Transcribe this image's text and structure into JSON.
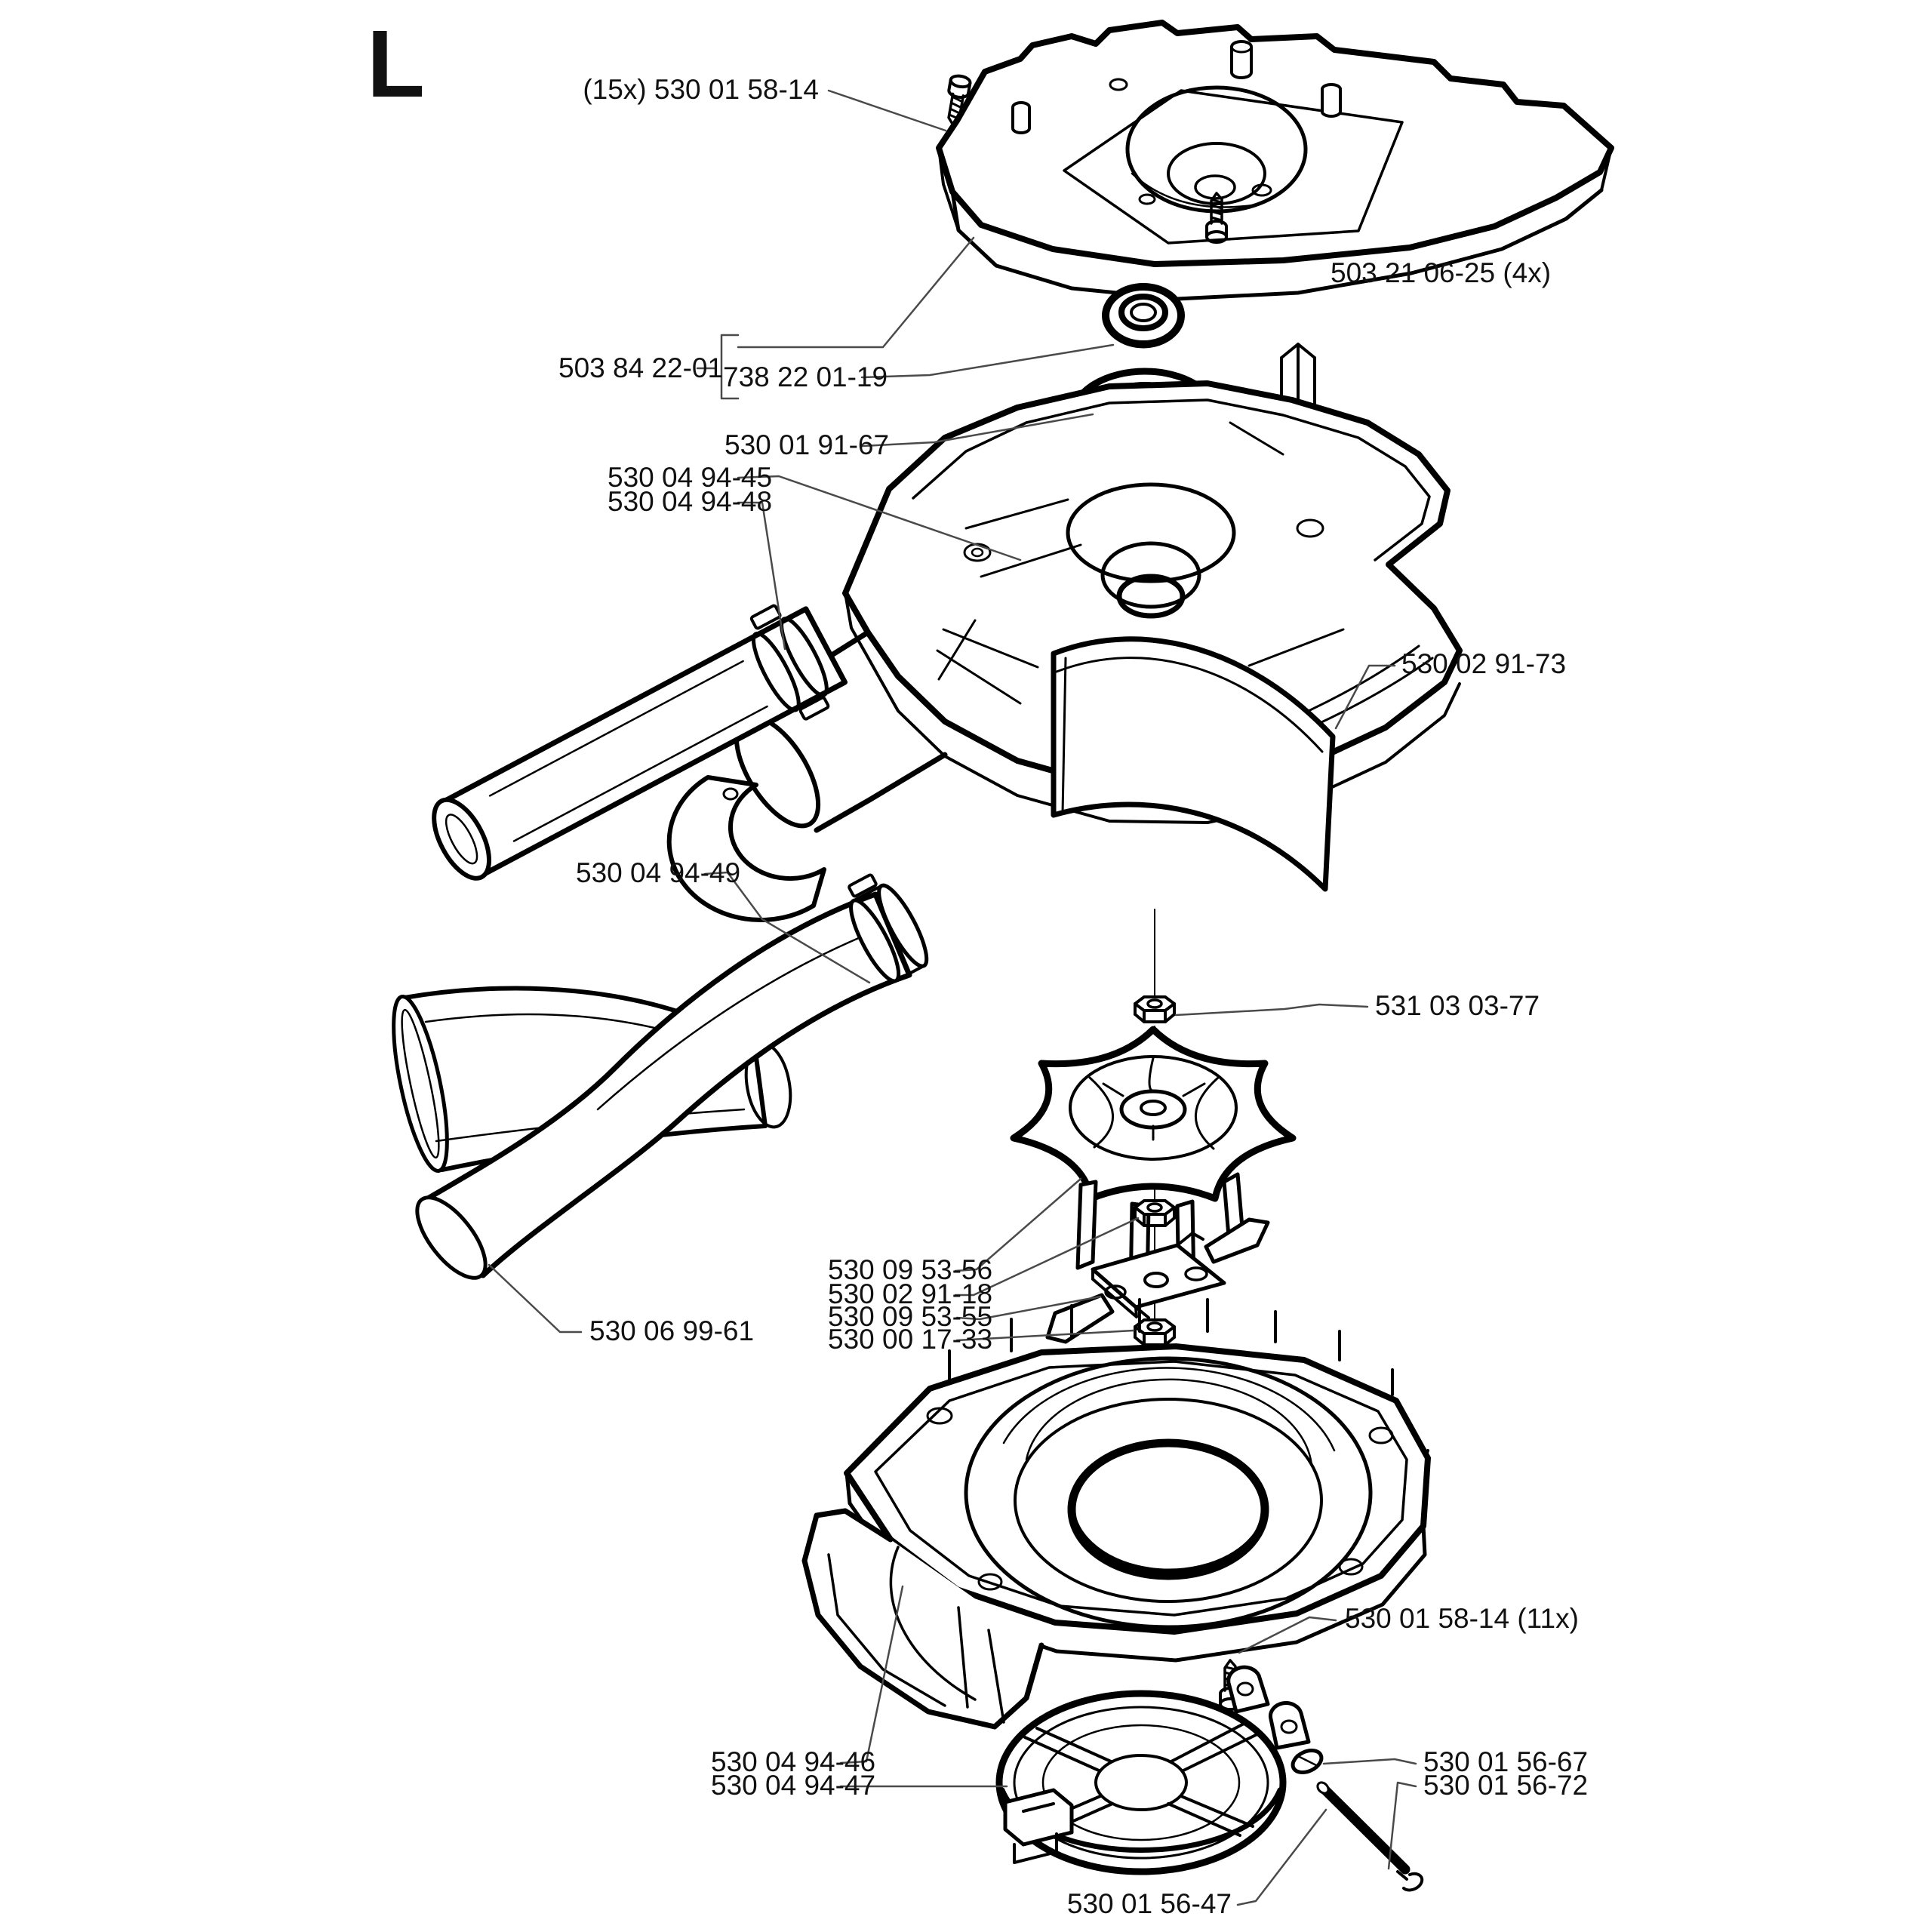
{
  "page": {
    "title_letter": "L",
    "background": "#ffffff",
    "ink_color": "#000000",
    "leader_color": "#4a4a4a"
  },
  "labels": [
    {
      "id": "screw-cover",
      "text": "(15x) 530 01 58-14"
    },
    {
      "id": "screw-right",
      "text": "503 21 06-25 (4x)"
    },
    {
      "id": "cover-group",
      "text": "503 84 22-01"
    },
    {
      "id": "bearing",
      "text": "738 22 01-19"
    },
    {
      "id": "seal-ring",
      "text": "530 01 91-67"
    },
    {
      "id": "upper-housing",
      "text": "530 04 94-45"
    },
    {
      "id": "tube-clamp",
      "text": "530 04 94-48"
    },
    {
      "id": "band",
      "text": "530 02 91-73"
    },
    {
      "id": "curved-tube",
      "text": "530 04 94-49"
    },
    {
      "id": "fan-nut",
      "text": "531 03 03-77"
    },
    {
      "id": "fan",
      "text": "530 09 53-56"
    },
    {
      "id": "mid-nut",
      "text": "530 02 91-18"
    },
    {
      "id": "blade",
      "text": "530 09 53-55"
    },
    {
      "id": "lower-nut",
      "text": "530 00 17-33"
    },
    {
      "id": "nozzle",
      "text": "530 06 99-61"
    },
    {
      "id": "screw-lower",
      "text": "530 01 58-14 (11x)"
    },
    {
      "id": "inlet-cover-a",
      "text": "530 04 94-46"
    },
    {
      "id": "inlet-cover-b",
      "text": "530 04 94-47"
    },
    {
      "id": "retainer-ring",
      "text": "530 01 56-67"
    },
    {
      "id": "clip",
      "text": "530 01 56-72"
    },
    {
      "id": "hinge-pin",
      "text": "530 01 56-47"
    }
  ]
}
